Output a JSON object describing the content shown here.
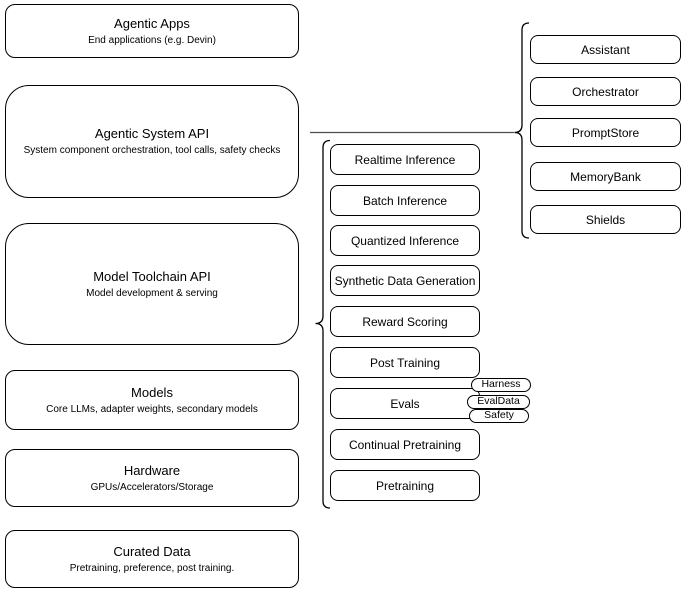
{
  "diagram": {
    "left_column": [
      {
        "title": "Agentic Apps",
        "subtitle": "End applications (e.g. Devin)"
      },
      {
        "title": "Agentic System API",
        "subtitle": "System component orchestration, tool calls, safety checks"
      },
      {
        "title": "Model Toolchain API",
        "subtitle": "Model development & serving"
      },
      {
        "title": "Models",
        "subtitle": "Core LLMs, adapter weights, secondary models"
      },
      {
        "title": "Hardware",
        "subtitle": "GPUs/Accelerators/Storage"
      },
      {
        "title": "Curated Data",
        "subtitle": "Pretraining, preference, post training."
      }
    ],
    "toolchain_items": [
      "Realtime Inference",
      "Batch Inference",
      "Quantized Inference",
      "Synthetic Data Generation",
      "Reward Scoring",
      "Post Training",
      "Evals",
      "Continual Pretraining",
      "Pretraining"
    ],
    "evals_tags": [
      "Harness",
      "EvalData",
      "Safety"
    ],
    "system_components": [
      "Assistant",
      "Orchestrator",
      "PromptStore",
      "MemoryBank",
      "Shields"
    ],
    "colors": {
      "node_stroke": "#000000",
      "node_fill": "#ffffff",
      "connector": "#4d4d4d",
      "background": "#ffffff"
    }
  }
}
